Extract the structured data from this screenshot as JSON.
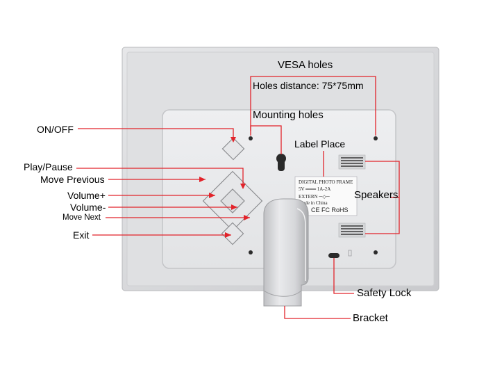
{
  "labels": {
    "vesa_holes": "VESA holes",
    "holes_distance": "Holes distance: 75*75mm",
    "mounting_holes": "Mounting holes",
    "label_place": "Label Place",
    "speakers": "Speakers",
    "on_off": "ON/OFF",
    "play_pause": "Play/Pause",
    "move_previous": "Move Previous",
    "volume_plus": "Volume+",
    "volume_minus": "Volume-",
    "move_next": "Move Next",
    "exit": "Exit",
    "safety_lock": "Safety Lock",
    "bracket": "Bracket"
  },
  "sticker": {
    "title": "DIGITAL PHOTO FRAME",
    "line1": "5V ═══ 1A-2A",
    "line2": "EXTERN   ─◇─",
    "line3": "Made in China",
    "marks": "CE  FC  RoHS"
  },
  "colors": {
    "callout_line": "#e2232a",
    "frame_silver": "#d9dadc",
    "panel": "#e9eaec"
  },
  "icons": [
    "button-diamond-icon",
    "speaker-grille-icon",
    "safety-lock-icon",
    "kensington-icon"
  ]
}
